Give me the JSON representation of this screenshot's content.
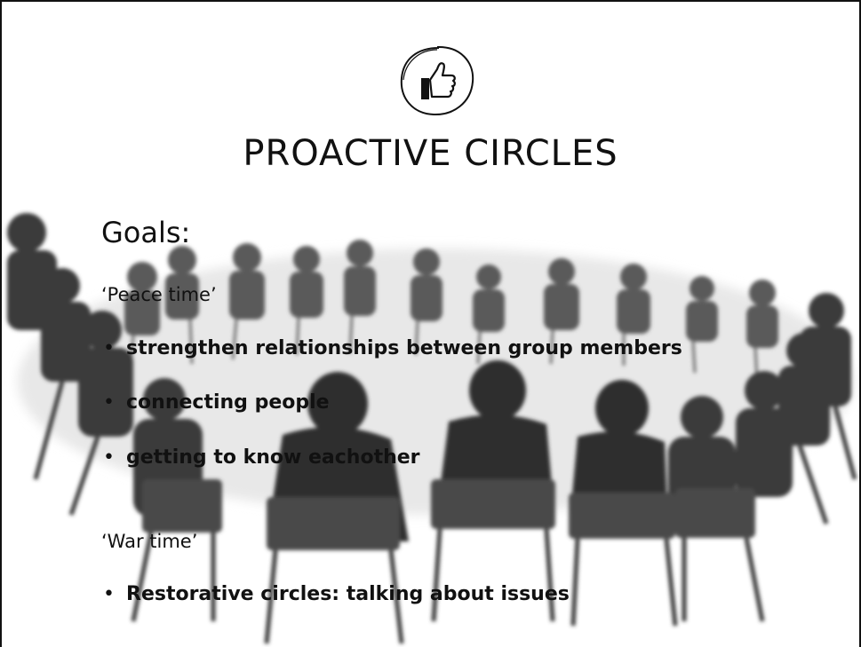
{
  "slide": {
    "title": "PROACTIVE CIRCLES",
    "icon": "thumbs-up-icon",
    "goals_heading": "Goals:",
    "peace_time": {
      "label": "‘Peace time’",
      "bullets": [
        "strengthen relationships between group members",
        "connecting people",
        "getting to know eachother"
      ]
    },
    "war_time": {
      "label": "‘War time’",
      "bullets": [
        "Restorative circles: talking about issues"
      ]
    },
    "bullet_char": "•"
  },
  "colors": {
    "text": "#111111",
    "background": "#ffffff",
    "photo_dark": "#2e2e2e",
    "photo_mid": "#7a7a7a"
  }
}
